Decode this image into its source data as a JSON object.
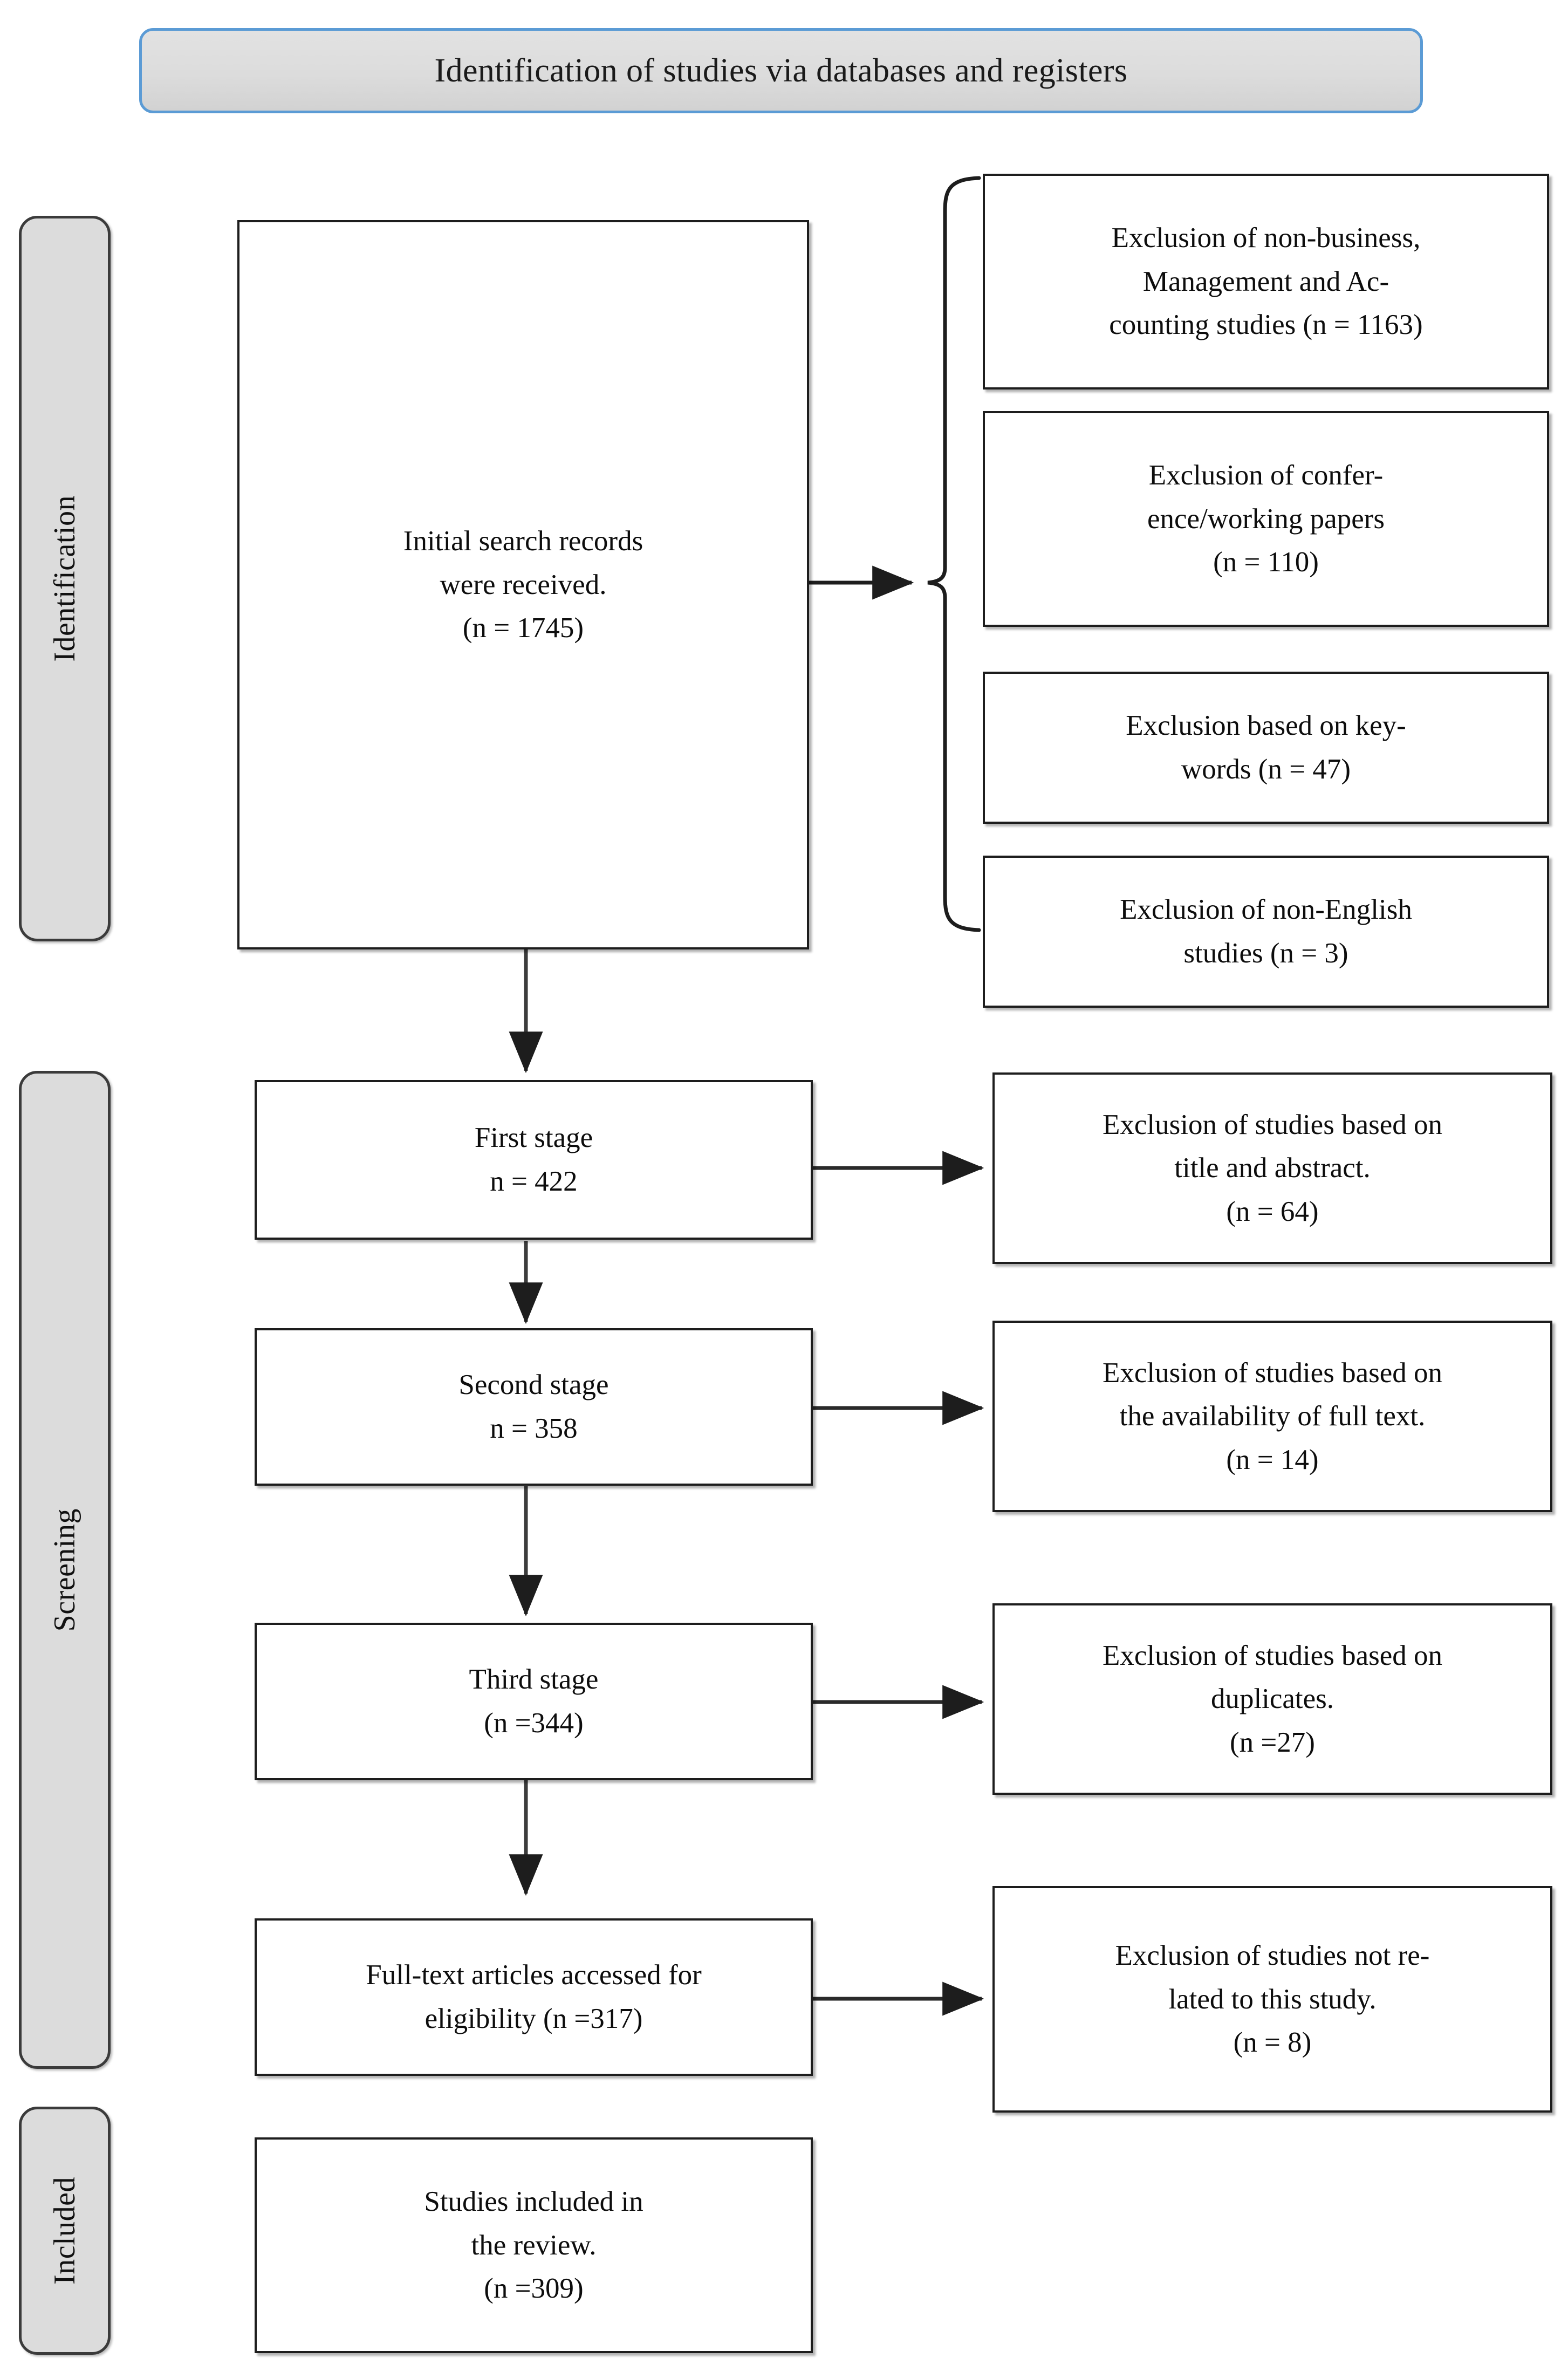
{
  "banner": {
    "title": "Identification of studies via databases and registers",
    "border_color": "#5b9bd5",
    "fill_color": "#dcdcdc"
  },
  "phases": [
    {
      "label": "Identification"
    },
    {
      "label": "Screening"
    },
    {
      "label": "Included"
    }
  ],
  "flow": {
    "identification": {
      "lines": [
        "Initial search records",
        "were received.",
        "(n = 1745)"
      ]
    },
    "first_stage": {
      "lines": [
        "First stage",
        "n = 422"
      ]
    },
    "second_stage": {
      "lines": [
        "Second stage",
        "n = 358"
      ]
    },
    "third_stage": {
      "lines": [
        "Third stage",
        "(n =344)"
      ]
    },
    "eligibility": {
      "lines": [
        "Full-text articles accessed for",
        "eligibility (n =317)"
      ]
    },
    "included": {
      "lines": [
        "Studies included in",
        "the review.",
        "(n =309)"
      ]
    }
  },
  "exclusions": {
    "identification_group": [
      {
        "lines": [
          "Exclusion of non-business,",
          "Management and Ac-",
          "counting studies (n = 1163)"
        ]
      },
      {
        "lines": [
          "Exclusion of confer-",
          "ence/working papers",
          "(n = 110)"
        ]
      },
      {
        "lines": [
          "Exclusion based on key-",
          "words (n = 47)"
        ]
      },
      {
        "lines": [
          "Exclusion of non-English",
          "studies (n = 3)"
        ]
      }
    ],
    "first_stage": {
      "lines": [
        "Exclusion of studies based on",
        "title and abstract.",
        "(n = 64)"
      ]
    },
    "second_stage": {
      "lines": [
        "Exclusion of studies based on",
        "the availability of full text.",
        "(n = 14)"
      ]
    },
    "third_stage": {
      "lines": [
        "Exclusion of studies based on",
        "duplicates.",
        "(n =27)"
      ]
    },
    "eligibility": {
      "lines": [
        "Exclusion of studies not re-",
        "lated to this study.",
        "(n = 8)"
      ]
    }
  },
  "colors": {
    "line": "#1d1d1d",
    "banner_border": "#5b9bd5",
    "phase_fill": "#dcdcdc",
    "text": "#0d0d0d"
  }
}
